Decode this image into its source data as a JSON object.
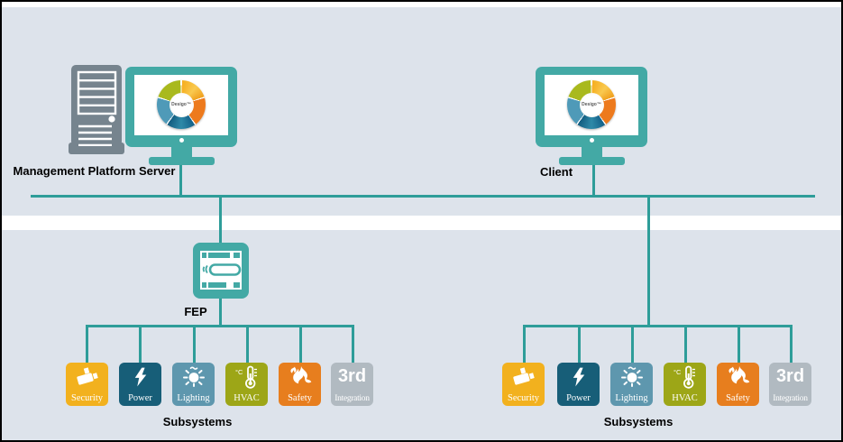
{
  "server": {
    "label": "Management Platform Server"
  },
  "client": {
    "label": "Client"
  },
  "fep": {
    "label": "FEP"
  },
  "wheel": {
    "brand": "Desigo™"
  },
  "subsystems": {
    "left_title": "Subsystems",
    "right_title": "Subsystems",
    "items": [
      {
        "label": "Security",
        "color": "#f2b11e",
        "icon": "cctv-camera"
      },
      {
        "label": "Power",
        "color": "#175e78",
        "icon": "lightning-bolt"
      },
      {
        "label": "Lighting",
        "color": "#5e97ae",
        "icon": "light-bulb"
      },
      {
        "label": "HVAC",
        "color": "#9da617",
        "icon": "thermometer"
      },
      {
        "label": "Safety",
        "color": "#e77e1e",
        "icon": "flame"
      },
      {
        "label": "3rd",
        "sublabel": "Integration",
        "color": "#b1bac1",
        "icon": "third-party-text"
      }
    ]
  },
  "colors": {
    "background": "#dde3eb",
    "device_teal": "#43a9a5",
    "line_teal": "#2e9d99",
    "server_gray": "#76848e",
    "band_white": "#ffffff"
  }
}
